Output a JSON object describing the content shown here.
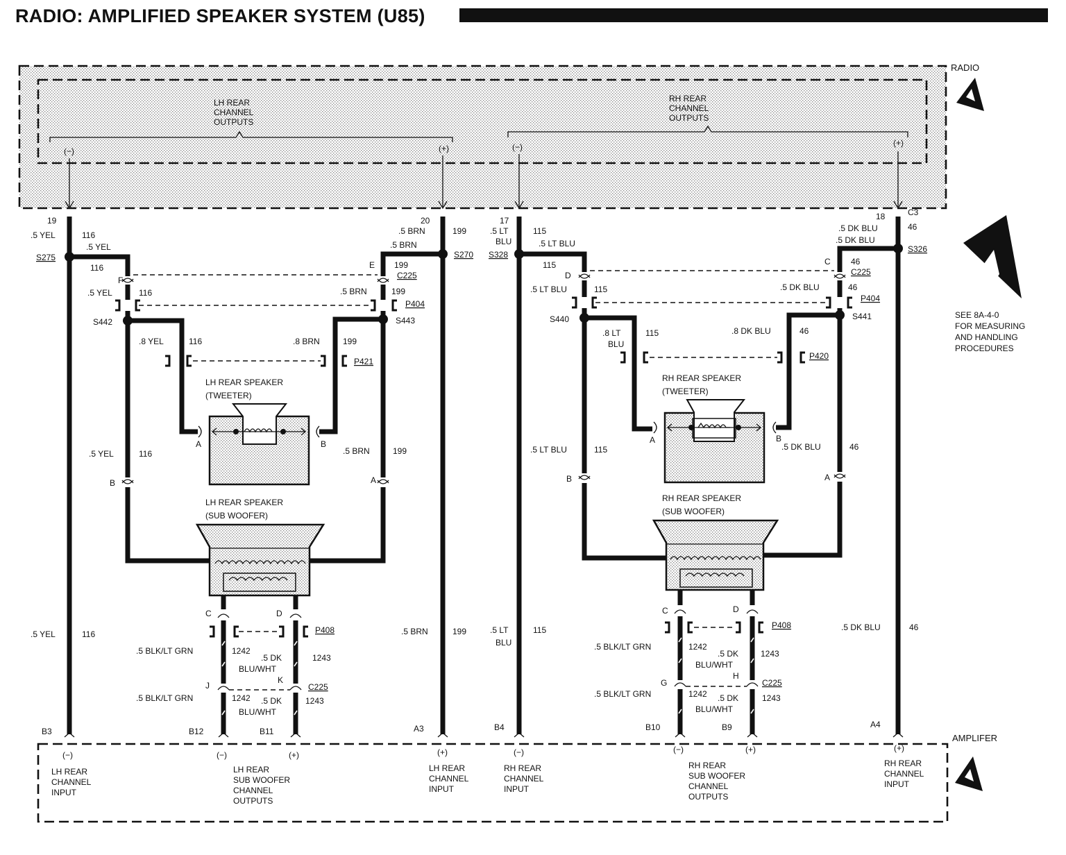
{
  "title": "RADIO: AMPLIFIED SPEAKER SYSTEM (U85)",
  "radio": {
    "label": "RADIO",
    "lh_outputs": [
      "LH REAR",
      "CHANNEL",
      "OUTPUTS"
    ],
    "rh_outputs": [
      "RH REAR",
      "CHANNEL",
      "OUTPUTS"
    ],
    "neg": "(−)",
    "pos": "(+)"
  },
  "esd_note": [
    "SEE 8A-4-0",
    "FOR MEASURING",
    "AND HANDLING",
    "PROCEDURES"
  ],
  "amplifier": {
    "label": "AMPLIFER",
    "neg": "(−)",
    "pos": "(+)",
    "lh_channel_input": [
      "LH REAR",
      "CHANNEL",
      "INPUT"
    ],
    "lh_sub_outputs": [
      "LH REAR",
      "SUB WOOFER",
      "CHANNEL",
      "OUTPUTS"
    ],
    "lh_channel_input_pos": [
      "LH REAR",
      "CHANNEL",
      "INPUT"
    ],
    "rh_channel_input": [
      "RH REAR",
      "CHANNEL",
      "INPUT"
    ],
    "rh_sub_outputs": [
      "RH REAR",
      "SUB WOOFER",
      "CHANNEL",
      "OUTPUTS"
    ],
    "rh_channel_input_pos": [
      "RH REAR",
      "CHANNEL",
      "INPUT"
    ]
  },
  "connectors": {
    "c3": "C3",
    "c225": "C225",
    "p404": "P404",
    "p421": "P421",
    "p420": "P420",
    "p408": "P408"
  },
  "splices": {
    "s275": "S275",
    "s270": "S270",
    "s328": "S328",
    "s326": "S326",
    "s442": "S442",
    "s443": "S443",
    "s440": "S440",
    "s441": "S441"
  },
  "pins": {
    "radio": [
      "19",
      "20",
      "17",
      "18"
    ],
    "amp": [
      "B3",
      "B12",
      "B11",
      "A3",
      "B4",
      "B10",
      "B9",
      "A4"
    ],
    "letters": [
      "E",
      "F",
      "D",
      "C",
      "A",
      "B",
      "J",
      "K",
      "G",
      "H"
    ]
  },
  "speakers": {
    "lh_tweeter": [
      "LH REAR SPEAKER",
      "(TWEETER)"
    ],
    "lh_sub": [
      "LH REAR SPEAKER",
      "(SUB WOOFER)"
    ],
    "rh_tweeter": [
      "RH REAR SPEAKER",
      "(TWEETER)"
    ],
    "rh_sub": [
      "RH REAR SPEAKER",
      "(SUB WOOFER)"
    ]
  },
  "wires": {
    "yel5": ".5 YEL",
    "yel8": ".8 YEL",
    "c116": "116",
    "brn5": ".5 BRN",
    "brn8": ".8 BRN",
    "c199": "199",
    "ltblu5": ".5 LT BLU",
    "lt5": ".5 LT",
    "blu": "BLU",
    "lt8": ".8 LT",
    "c115": "115",
    "dkblu5": ".5 DK BLU",
    "dkblu8": ".8 DK BLU",
    "c46": "46",
    "blkltgrn": ".5 BLK/LT GRN",
    "c1242": "1242",
    "dk5": ".5 DK",
    "bluwht": "BLU/WHT",
    "c1243": "1243"
  }
}
